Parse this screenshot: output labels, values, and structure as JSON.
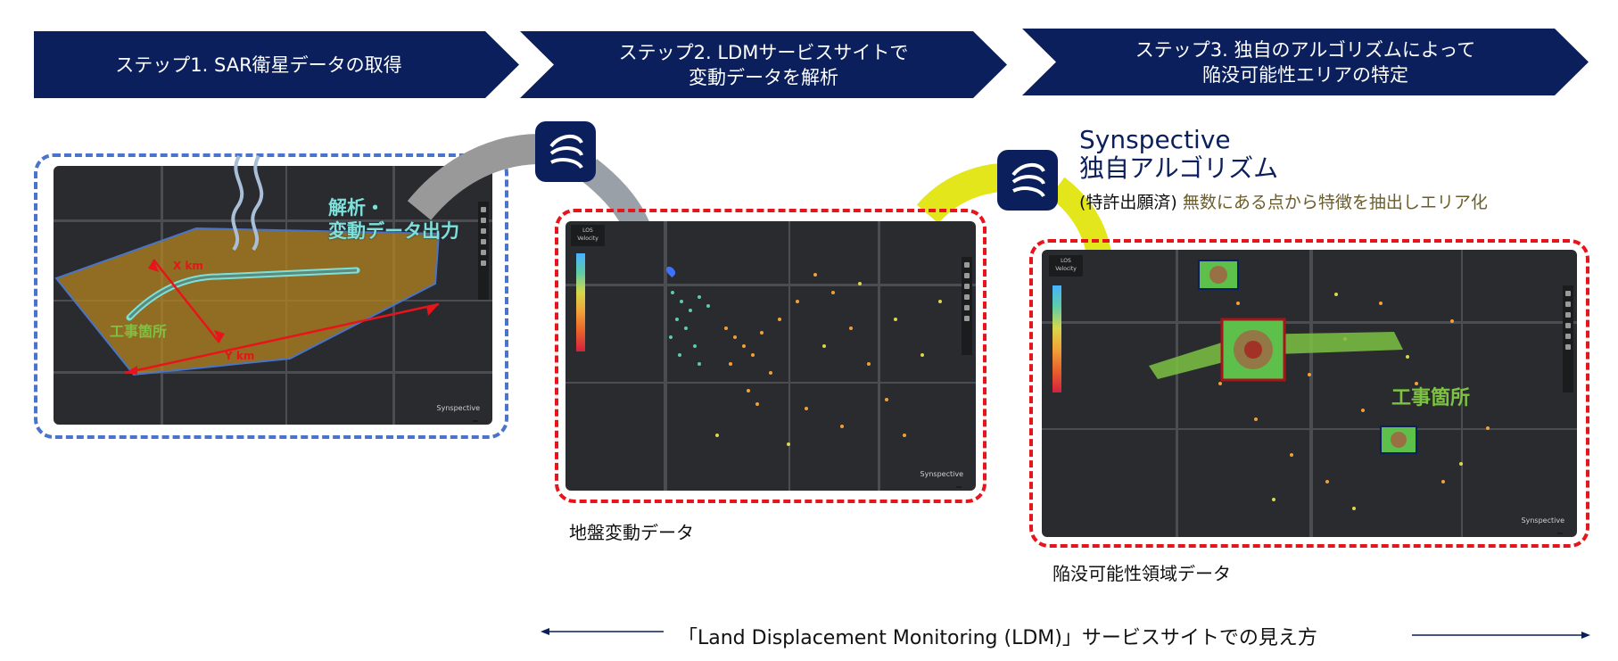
{
  "steps": [
    {
      "label": "ステップ1. SAR衛星データの取得"
    },
    {
      "label": "ステップ2. LDMサービスサイトで\n変動データを解析"
    },
    {
      "label": "ステップ3. 独自のアルゴリズムによって\n陥没可能性エリアの特定"
    }
  ],
  "panel1": {
    "analysis_label": "解析・\n変動データ出力",
    "x_km": "X km",
    "y_km": "Y km",
    "site_label": "工事箇所",
    "watermark": "Synspective"
  },
  "panel2": {
    "badge": "LOS\nVelocity",
    "caption": "地盤変動データ",
    "watermark": "Synspective"
  },
  "panel3": {
    "badge": "LOS\nVelocity",
    "site_label": "工事箇所",
    "caption": "陥没可能性領域データ",
    "watermark": "Synspective"
  },
  "synspective": {
    "title_line1": "Synspective",
    "title_line2": "独自アルゴリズム",
    "patent": "(特許出願済)",
    "description": "無数にある点から特徴を抽出しエリア化"
  },
  "footer": {
    "text": "「Land Displacement Monitoring (LDM)」サービスサイトでの見え方"
  },
  "colors": {
    "navy": "#0a1f5c",
    "red_dash": "#e8141b",
    "blue_dash": "#4a74c9",
    "green_label": "#7dc242",
    "teal_label": "#7fe0d8",
    "red_arrow": "#e8141b",
    "yellow_arrow": "#e2e61a"
  }
}
